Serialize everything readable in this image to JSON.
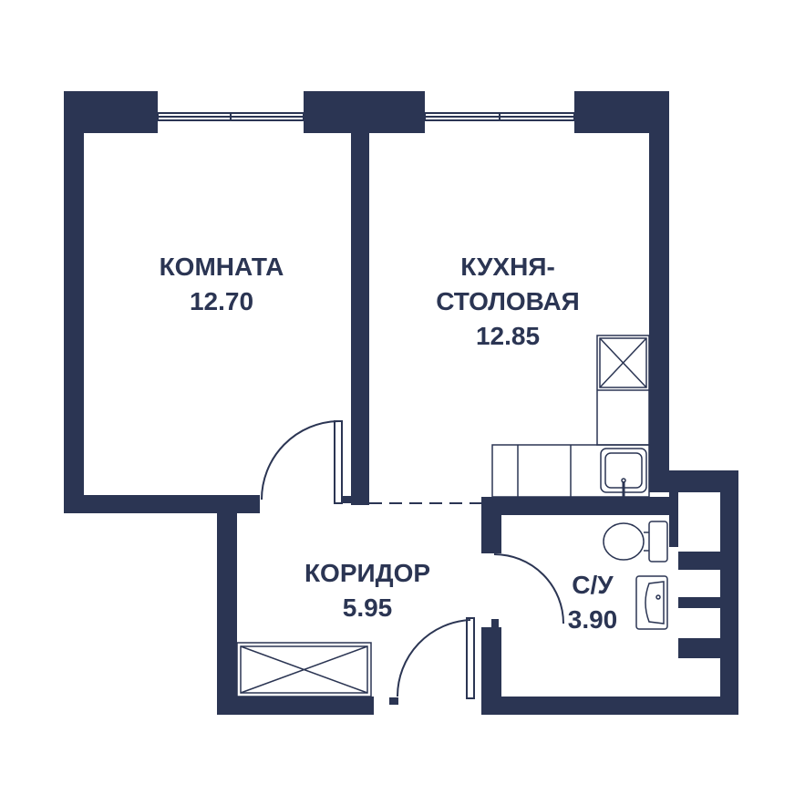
{
  "colors": {
    "wall": "#2b3553",
    "floor": "#ffffff",
    "fixture_line": "#2b3553"
  },
  "rooms": {
    "room": {
      "name": "КОМНАТА",
      "area": "12.70"
    },
    "kitchen": {
      "name_line1": "КУХНЯ-",
      "name_line2": "СТОЛОВАЯ",
      "area": "12.85"
    },
    "corridor": {
      "name": "КОРИДОР",
      "area": "5.95"
    },
    "bathroom": {
      "name": "С/У",
      "area": "3.90"
    }
  }
}
